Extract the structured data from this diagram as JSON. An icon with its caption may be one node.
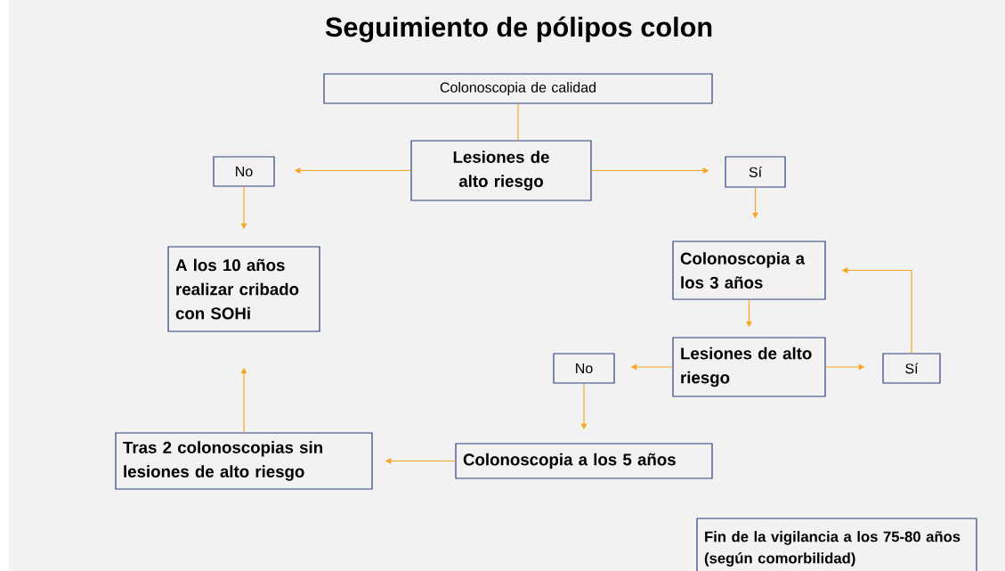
{
  "diagram": {
    "title": "Seguimiento de pólipos colon",
    "nodes": [
      {
        "text": [
          "Colonoscopia de calidad"
        ]
      },
      {
        "text": [
          "Lesiones de alto riesgo"
        ]
      },
      {
        "text": [
          "No"
        ]
      },
      {
        "text": [
          "Sí"
        ]
      },
      {
        "text": [
          "A los 10 años realizar cribado con SOHi"
        ]
      },
      {
        "text": [
          "Colonoscopia a los 3 años"
        ]
      },
      {
        "text": [
          "Lesiones de alto riesgo"
        ]
      },
      {
        "text": [
          "No"
        ]
      },
      {
        "text": [
          "Sí"
        ]
      },
      {
        "text": [
          "Colonoscopia a los 5 años"
        ]
      },
      {
        "text": [
          "Tras 2 colonoscopias sin lesiones de alto riesgo"
        ]
      },
      {
        "text": [
          "Fin de la vigilancia a los 75-80 años (según comorbilidad)"
        ]
      }
    ],
    "edges": [
      {
        "from": 0,
        "to": 1,
        "arrow": "none"
      },
      {
        "from": 1,
        "to": 2,
        "arrow": "to"
      },
      {
        "from": 1,
        "to": 3,
        "arrow": "to"
      },
      {
        "from": 2,
        "to": 4,
        "arrow": "to"
      },
      {
        "from": 3,
        "to": 5,
        "arrow": "to"
      },
      {
        "from": 5,
        "to": 6,
        "arrow": "to"
      },
      {
        "from": 6,
        "to": 7,
        "arrow": "to"
      },
      {
        "from": 6,
        "to": 8,
        "arrow": "to"
      },
      {
        "from": 8,
        "to": 5,
        "arrow": "to"
      },
      {
        "from": 7,
        "to": 9,
        "arrow": "to"
      },
      {
        "from": 9,
        "to": 10,
        "arrow": "to"
      },
      {
        "from": 10,
        "to": 4,
        "arrow": "to"
      }
    ]
  }
}
